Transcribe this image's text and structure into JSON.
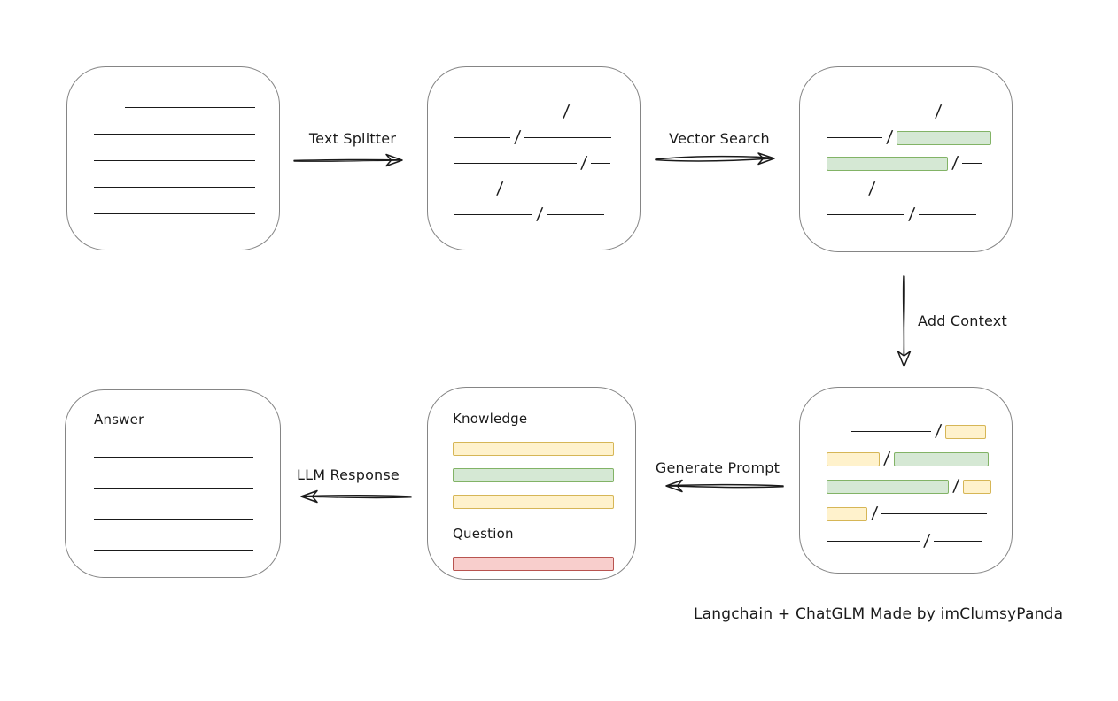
{
  "diagram": {
    "caption": "Langchain + ChatGLM Made by imClumsyPanda",
    "arrows": {
      "text_splitter": "Text Splitter",
      "vector_search": "Vector Search",
      "add_context": "Add Context",
      "generate_prompt": "Generate Prompt",
      "llm_response": "LLM Response"
    },
    "boxes": {
      "document": {
        "rows": [
          [
            {
              "t": "line",
              "w": 147,
              "ml": 35
            }
          ],
          [
            {
              "t": "line",
              "w": 182
            }
          ],
          [
            {
              "t": "line",
              "w": 182
            }
          ],
          [
            {
              "t": "line",
              "w": 182
            }
          ],
          [
            {
              "t": "line",
              "w": 182
            }
          ]
        ]
      },
      "split_text": {
        "rows": [
          [
            {
              "t": "line",
              "w": 90,
              "ml": 28
            },
            {
              "t": "slash"
            },
            {
              "t": "line",
              "w": 38
            }
          ],
          [
            {
              "t": "line",
              "w": 63
            },
            {
              "t": "slash"
            },
            {
              "t": "line",
              "w": 98
            }
          ],
          [
            {
              "t": "line",
              "w": 138
            },
            {
              "t": "slash"
            },
            {
              "t": "line",
              "w": 22
            }
          ],
          [
            {
              "t": "line",
              "w": 43
            },
            {
              "t": "slash"
            },
            {
              "t": "line",
              "w": 115
            }
          ],
          [
            {
              "t": "line",
              "w": 88
            },
            {
              "t": "slash"
            },
            {
              "t": "line",
              "w": 65
            }
          ]
        ]
      },
      "vector_matched": {
        "rows": [
          [
            {
              "t": "line",
              "w": 90,
              "ml": 28
            },
            {
              "t": "slash"
            },
            {
              "t": "line",
              "w": 38
            }
          ],
          [
            {
              "t": "line",
              "w": 63
            },
            {
              "t": "slash"
            },
            {
              "t": "green",
              "w": 107
            }
          ],
          [
            {
              "t": "green",
              "w": 137
            },
            {
              "t": "slash"
            },
            {
              "t": "line",
              "w": 22
            }
          ],
          [
            {
              "t": "line",
              "w": 43
            },
            {
              "t": "slash"
            },
            {
              "t": "line",
              "w": 115
            }
          ],
          [
            {
              "t": "line",
              "w": 88
            },
            {
              "t": "slash"
            },
            {
              "t": "line",
              "w": 65
            }
          ]
        ]
      },
      "context_added": {
        "rows": [
          [
            {
              "t": "line",
              "w": 90,
              "ml": 28
            },
            {
              "t": "slash"
            },
            {
              "t": "yellow",
              "w": 46
            }
          ],
          [
            {
              "t": "yellow",
              "w": 60
            },
            {
              "t": "slash"
            },
            {
              "t": "green",
              "w": 107
            }
          ],
          [
            {
              "t": "green",
              "w": 138
            },
            {
              "t": "slash"
            },
            {
              "t": "yellow",
              "w": 32
            }
          ],
          [
            {
              "t": "yellow",
              "w": 46
            },
            {
              "t": "slash"
            },
            {
              "t": "line",
              "w": 119
            }
          ],
          [
            {
              "t": "line",
              "w": 105
            },
            {
              "t": "slash"
            },
            {
              "t": "line",
              "w": 55
            }
          ]
        ]
      },
      "prompt": {
        "knowledge_label": "Knowledge",
        "question_label": "Question",
        "knowledge_bars": [
          [
            {
              "t": "yellow",
              "w": 182
            }
          ],
          [
            {
              "t": "green",
              "w": 182
            }
          ],
          [
            {
              "t": "yellow",
              "w": 182
            }
          ]
        ],
        "question_bars": [
          [
            {
              "t": "red",
              "w": 182
            }
          ]
        ]
      },
      "answer": {
        "label": "Answer",
        "rows": [
          [
            {
              "t": "line",
              "w": 180
            }
          ],
          [
            {
              "t": "line",
              "w": 180
            }
          ],
          [
            {
              "t": "line",
              "w": 180
            }
          ],
          [
            {
              "t": "line",
              "w": 180
            }
          ]
        ]
      }
    },
    "colors": {
      "green_fill": "#d5e8d4",
      "green_stroke": "#82b366",
      "yellow_fill": "#fff2cc",
      "yellow_stroke": "#d6b656",
      "red_fill": "#f8cecc",
      "red_stroke": "#b85450",
      "line": "#1a1a1a",
      "box_border": "#858585"
    }
  }
}
